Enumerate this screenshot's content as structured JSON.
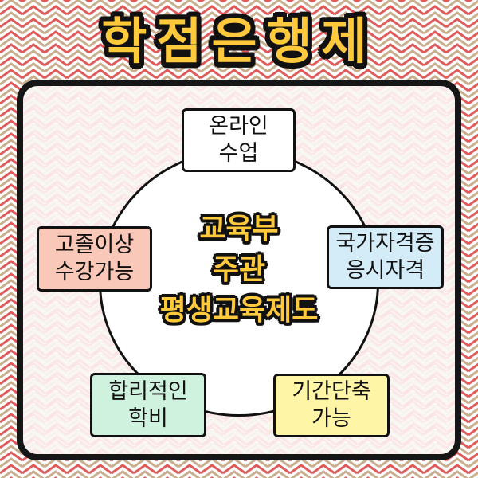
{
  "title": "학점은행제",
  "colors": {
    "title_fill": "#FFC93C",
    "outline": "#111111",
    "chevron_red": "#E05A5A",
    "chevron_tan": "#C9AE8E"
  },
  "center": {
    "lines": [
      "교육부",
      "주관",
      "평생교육제도"
    ]
  },
  "nodes": {
    "top": {
      "line1": "온라인",
      "line2": "수업",
      "fill": "#FFFFFF"
    },
    "left": {
      "line1": "고졸이상",
      "line2": "수강가능",
      "fill": "#F9C8B9"
    },
    "right": {
      "line1": "국가자격증",
      "line2": "응시자격",
      "fill": "#D3ECF8"
    },
    "bottom_left": {
      "line1": "합리적인",
      "line2": "학비",
      "fill": "#CFF2DF"
    },
    "bottom_right": {
      "line1": "기간단축",
      "line2": "가능",
      "fill": "#FFF5A6"
    }
  }
}
